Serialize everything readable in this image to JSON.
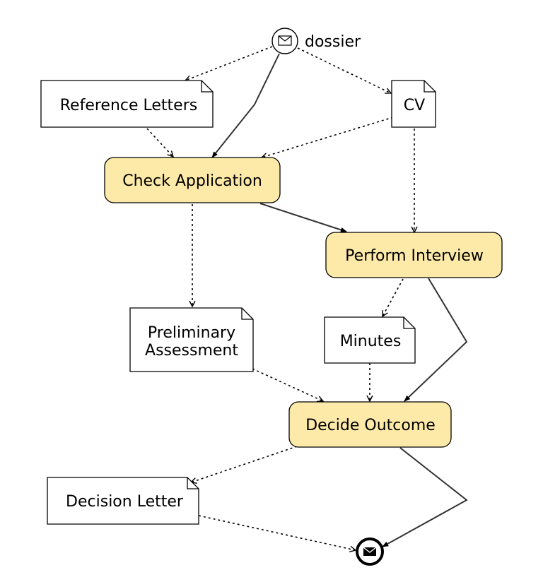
{
  "start_event": {
    "label": "dossier",
    "icon": "envelope-icon"
  },
  "end_event": {
    "icon": "envelope-filled-icon"
  },
  "tasks": {
    "check_application": "Check Application",
    "perform_interview": "Perform Interview",
    "decide_outcome": "Decide Outcome"
  },
  "documents": {
    "reference_letters": "Reference Letters",
    "cv": "CV",
    "preliminary_assessment": [
      "Preliminary",
      "Assessment"
    ],
    "minutes": "Minutes",
    "decision_letter": "Decision Letter"
  },
  "colors": {
    "task_fill": "#fdeaa8",
    "line": "#333333"
  }
}
